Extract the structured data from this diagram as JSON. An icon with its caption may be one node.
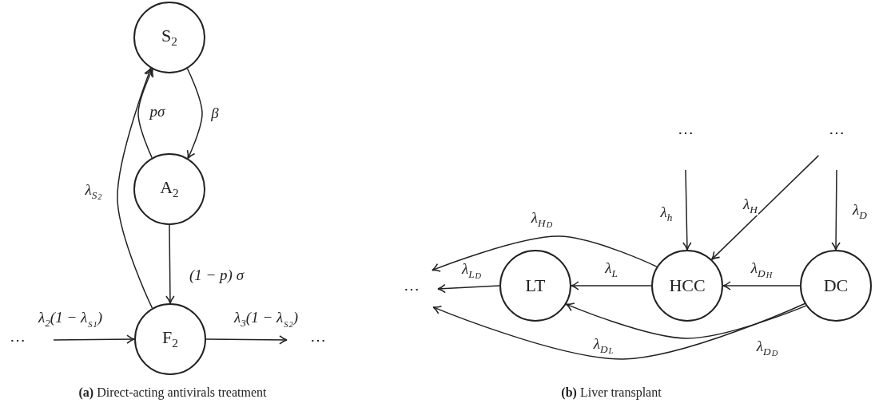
{
  "diagram": {
    "nodes": [
      {
        "text": [
          "S$_{2}$"
        ]
      },
      {
        "text": [
          "A$_{2}$"
        ]
      },
      {
        "text": [
          "F$_{2}$"
        ]
      },
      {
        "text": [
          "⋯"
        ]
      },
      {
        "text": [
          "⋯"
        ]
      },
      {
        "text": [
          "⋯"
        ]
      },
      {
        "text": [
          "⋯"
        ]
      },
      {
        "text": [
          "LT"
        ]
      },
      {
        "text": [
          "HCC"
        ]
      },
      {
        "text": [
          "DC"
        ]
      },
      {
        "text": [
          "⋯"
        ]
      }
    ],
    "edges": [
      {
        "from": 0,
        "to": 1,
        "arrow": "to",
        "label": "β"
      },
      {
        "from": 1,
        "to": 0,
        "arrow": "to",
        "label": "pσ"
      },
      {
        "from": 1,
        "to": 2,
        "arrow": "to",
        "label": "(1 − *p*) *σ*"
      },
      {
        "from": 2,
        "to": 0,
        "arrow": "to",
        "label": "λ$_{S}$$_{2}$"
      },
      {
        "from": 3,
        "to": 2,
        "arrow": "to",
        "label": "λ$_{2}$(1 − λ$_{S}$$_{1}$)"
      },
      {
        "from": 2,
        "to": 4,
        "arrow": "to",
        "label": "λ$_{3}$(1 − λ$_{S}$$_{2}$)"
      },
      {
        "from": 5,
        "to": 8,
        "arrow": "to",
        "label": "λ$_{h}$"
      },
      {
        "from": 6,
        "to": 8,
        "arrow": "to",
        "label": "λ$_{H}$"
      },
      {
        "from": 6,
        "to": 9,
        "arrow": "to",
        "label": "λ$_{D}$"
      },
      {
        "from": 9,
        "to": 8,
        "arrow": "to",
        "label": "λ$_{D}$$_{H}$"
      },
      {
        "from": 8,
        "to": 7,
        "arrow": "to",
        "label": "λ$_{L}$"
      },
      {
        "from": 7,
        "to": 10,
        "arrow": "to",
        "label": "λ$_{L}$$_{D}$"
      },
      {
        "from": 8,
        "to": 10,
        "arrow": "to",
        "label": "λ$_{H}$$_{D}$"
      },
      {
        "from": 9,
        "to": 7,
        "arrow": "to",
        "label": "λ$_{D}$$_{D}$"
      },
      {
        "from": 9,
        "to": 10,
        "arrow": "to",
        "label": "λ$_{D}$$_{L}$"
      }
    ],
    "labels": [
      "**(a)** Direct-acting antivirals treatment",
      "**(b)** Liver transplant"
    ]
  }
}
